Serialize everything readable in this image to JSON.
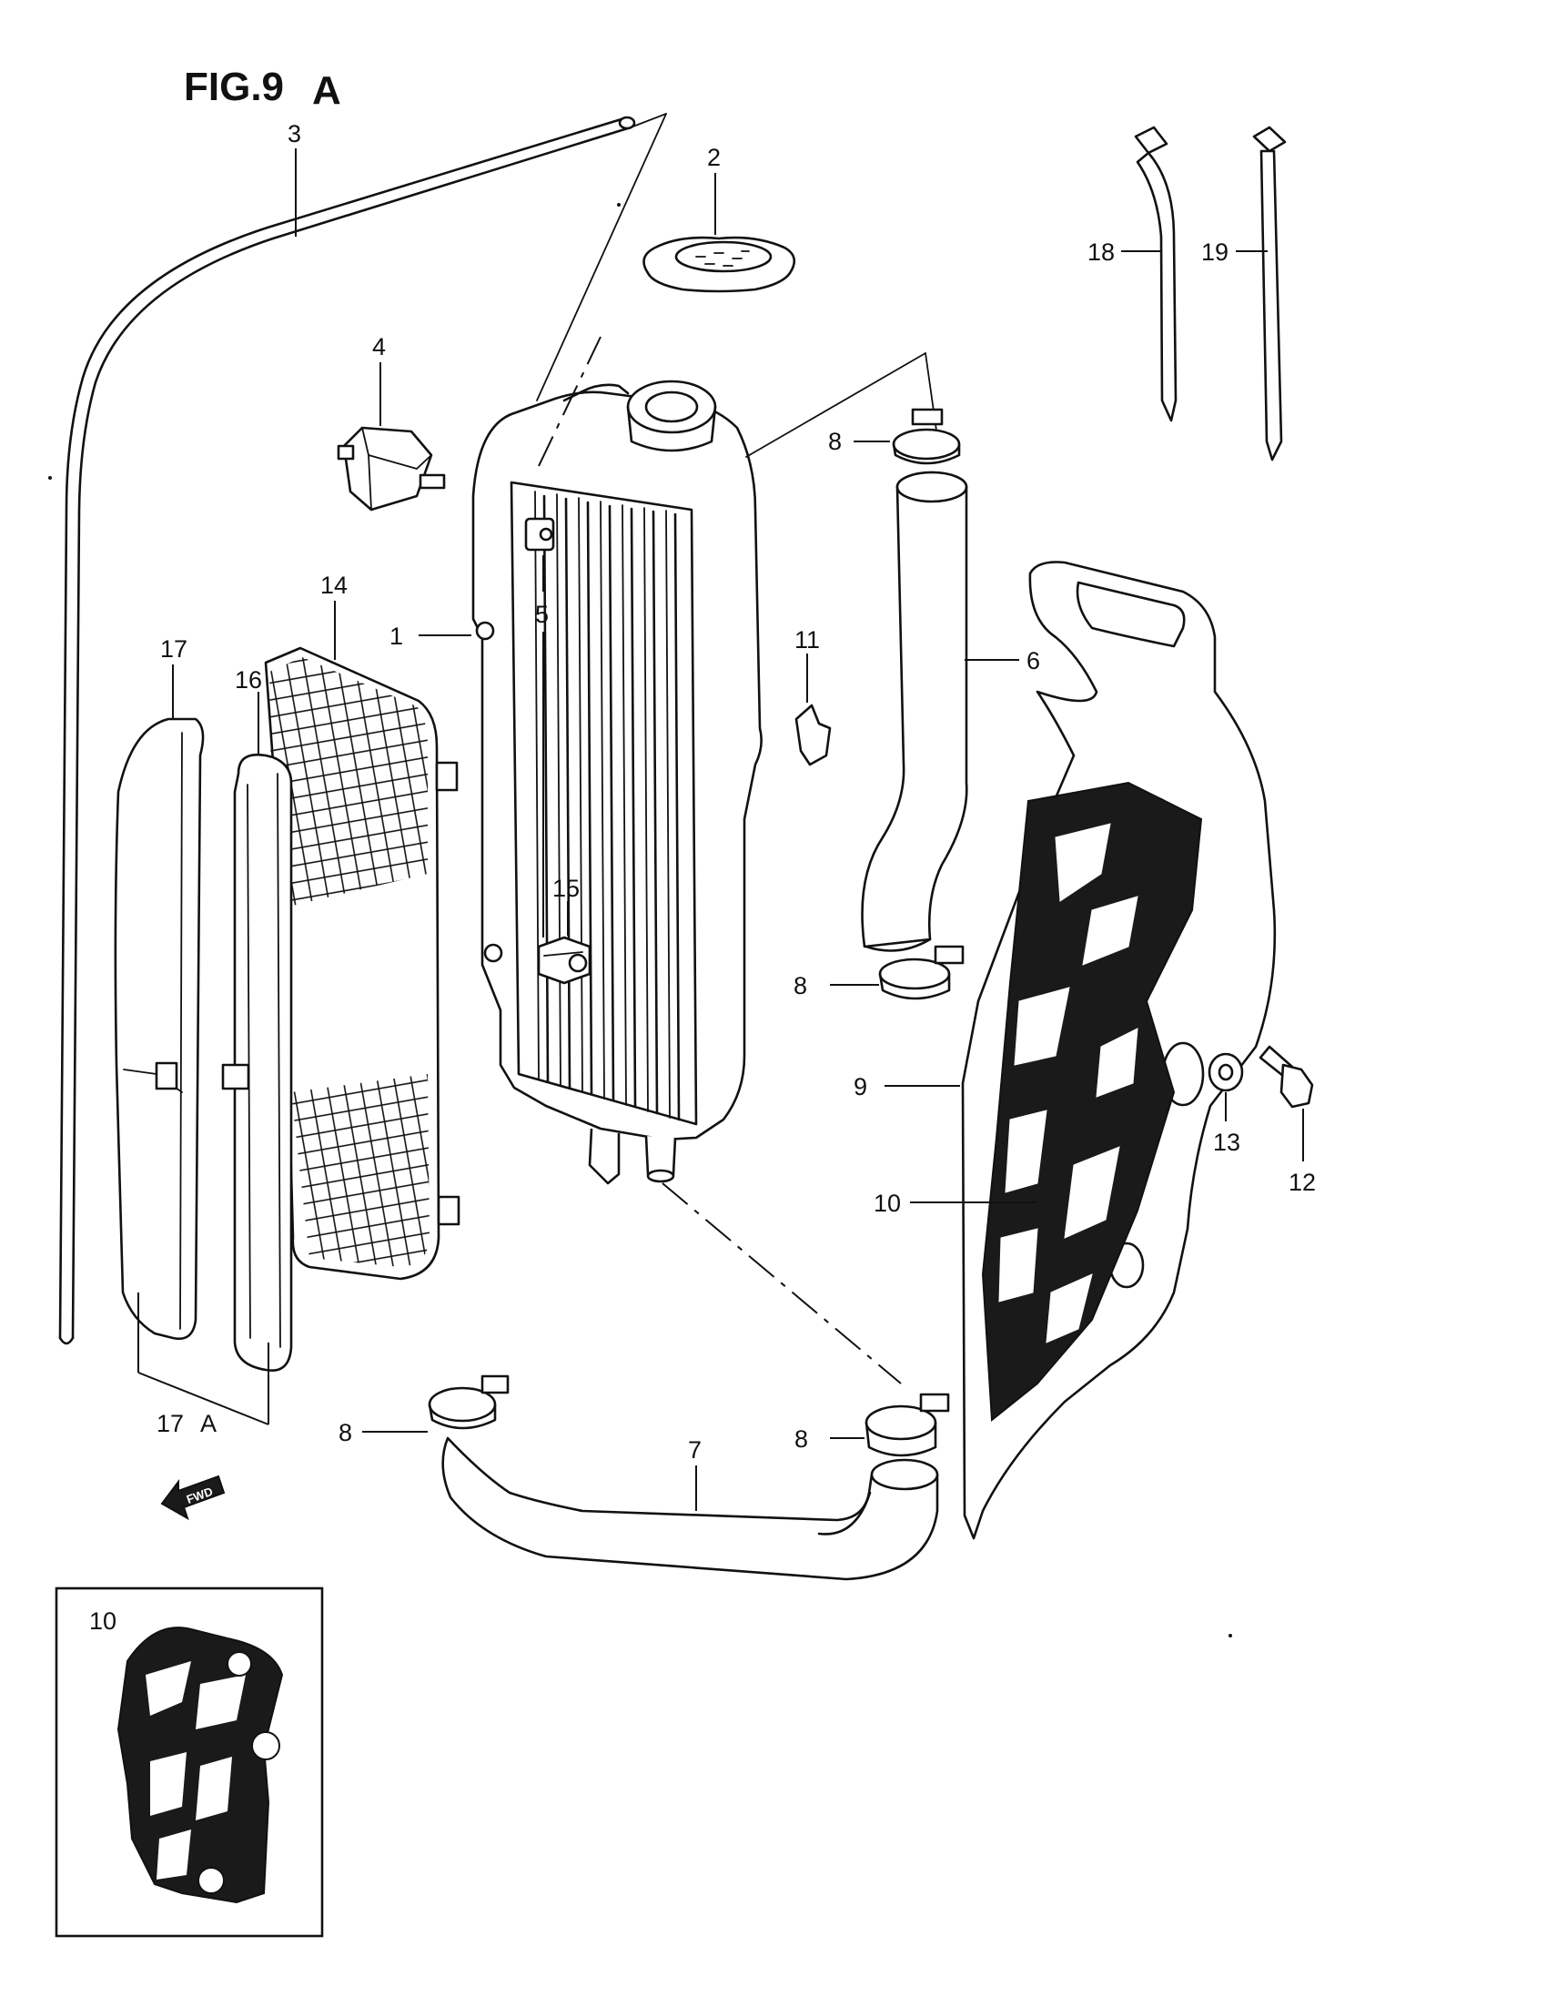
{
  "figure": {
    "title": "FIG.9",
    "title_suffix": "A"
  },
  "callouts": {
    "p1": "1",
    "p2": "2",
    "p3": "3",
    "p4": "4",
    "p5": "5",
    "p6": "6",
    "p7": "7",
    "p8a": "8",
    "p8b": "8",
    "p8c": "8",
    "p8d": "8",
    "p9": "9",
    "p10": "10",
    "p10_inset": "10",
    "p11": "11",
    "p12": "12",
    "p13": "13",
    "p14": "14",
    "p15": "15",
    "p16": "16",
    "p17": "17",
    "p17a": "17",
    "p17a_suffix": "A",
    "p18": "18",
    "p19": "19"
  },
  "fwd_badge": "FWD"
}
